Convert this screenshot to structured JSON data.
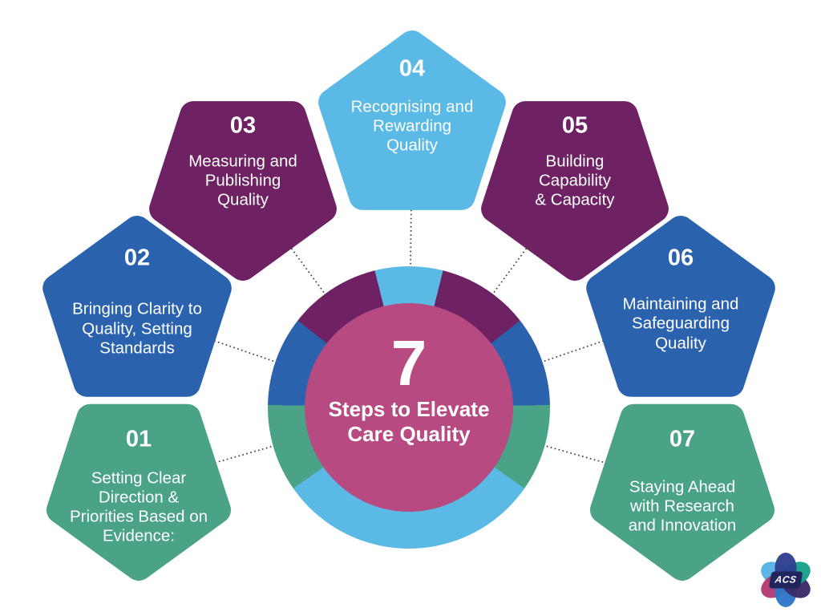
{
  "colors": {
    "green": "#4aa287",
    "blue": "#2a62ae",
    "purple": "#6e2263",
    "lightblue": "#5bb9e6",
    "pink": "#b64a81",
    "connector": "#3f3f3f",
    "text": "#ffffff"
  },
  "center": {
    "number": "7",
    "title": "Steps to Elevate\nCare Quality"
  },
  "steps": [
    {
      "number": "01",
      "label": "Setting Clear\nDirection &\nPriorities Based on\nEvidence:",
      "color": "green"
    },
    {
      "number": "02",
      "label": "Bringing Clarity to\nQuality, Setting\nStandards",
      "color": "blue"
    },
    {
      "number": "03",
      "label": "Measuring and\nPublishing\nQuality",
      "color": "purple"
    },
    {
      "number": "04",
      "label": "Recognising and\nRewarding\nQuality",
      "color": "lightblue"
    },
    {
      "number": "05",
      "label": "Building\nCapability\n& Capacity",
      "color": "purple"
    },
    {
      "number": "06",
      "label": "Maintaining and\nSafeguarding\nQuality",
      "color": "blue"
    },
    {
      "number": "07",
      "label": "Staying Ahead\nwith Research\nand Innovation",
      "color": "green"
    }
  ],
  "ring": {
    "from_deg": -14,
    "segments": [
      {
        "color": "lightblue",
        "span": 28
      },
      {
        "color": "purple",
        "span": 38
      },
      {
        "color": "blue",
        "span": 37
      },
      {
        "color": "green",
        "span": 36
      },
      {
        "color": "lightblue",
        "span": 110
      },
      {
        "color": "green",
        "span": 36
      },
      {
        "color": "blue",
        "span": 37
      },
      {
        "color": "purple",
        "span": 38
      }
    ]
  },
  "logo": {
    "text": "ACS",
    "petal_colors": [
      "#2e3e8e",
      "#16a08b",
      "#3a2a68",
      "#2f77c8",
      "#b13a72",
      "#56b2e4"
    ]
  }
}
